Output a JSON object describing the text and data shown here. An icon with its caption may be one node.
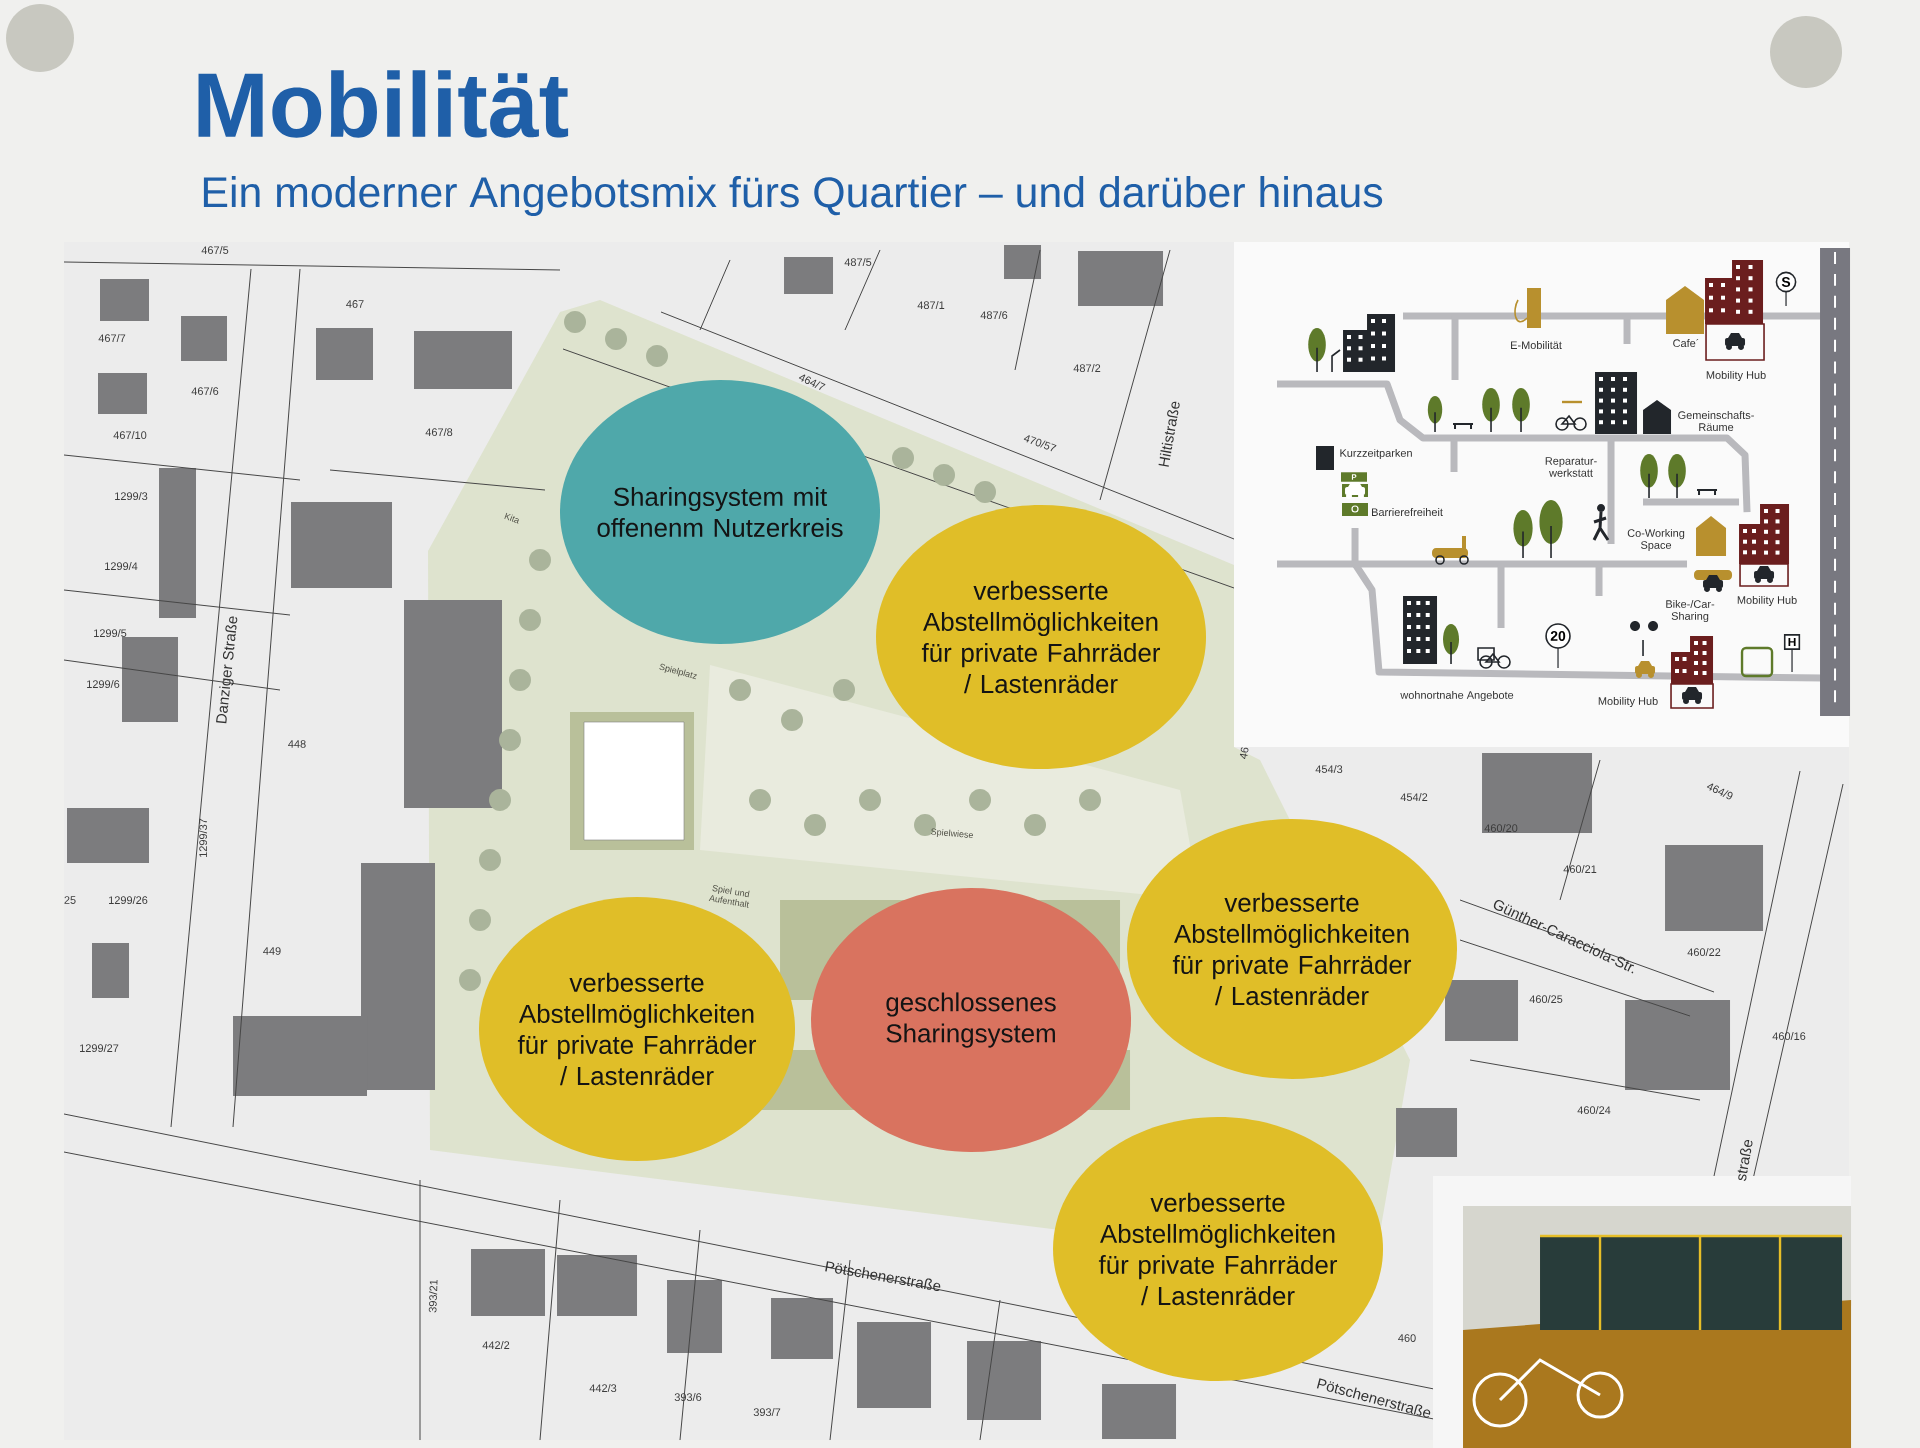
{
  "diagram": {
    "title": "Mobilität",
    "nodes": [
      {
        "text": [
          "Sharingsystem mit offenenm Nutzerkreis"
        ]
      },
      {
        "text": [
          "verbesserte Abstellmöglichkeiten für private Fahrräder / Lastenräder"
        ]
      },
      {
        "text": [
          "verbesserte Abstellmöglichkeiten für private Fahrräder / Lastenräder"
        ]
      },
      {
        "text": [
          "geschlossenes Sharingsystem"
        ]
      },
      {
        "text": [
          "verbesserte Abstellmöglichkeiten für private Fahrräder / Lastenräder"
        ]
      },
      {
        "text": [
          "verbesserte Abstellmöglichkeiten für private Fahrräder / Lastenräder"
        ]
      },
      {
        "text": [],
        "shape": "picture"
      }
    ],
    "labels": [
      "Ein moderner Angebotsmix fürs Quartier – und darüber hinaus",
      "S",
      "E-Mobilität",
      "Cafe´",
      "Mobility Hub",
      "Gemeinschafts-Räume",
      "Kurzzeitparken",
      "Reparatur-werkstatt",
      "P",
      "Barrierefreiheit",
      "Co-Working Space",
      "Mobility Hub",
      "Bike-/Car-Sharing",
      "20",
      "H",
      "wohnortnahe Angebote",
      "Mobility Hub",
      "467/5",
      "467",
      "487/5",
      "487/1",
      "487/6",
      "467/7",
      "487/2",
      "464/7",
      "467/6",
      "467/10",
      "467/8",
      "470/57",
      "Hiltistraße",
      "1299/3",
      "Kita",
      "1299/4",
      "1299/5",
      "Spielplatz",
      "Danziger Straße",
      "1299/6",
      "448",
      "46",
      "454/3",
      "464/9",
      "454/2",
      "460/20",
      "Spielwiese",
      "1299/37",
      "460/21",
      "25",
      "1299/26",
      "Spiel und Aufenthalt",
      "Günther-Caracciola-Str.",
      "449",
      "460/22",
      "460/25",
      "460/16",
      "1299/27",
      "460/24",
      "straße",
      "Pötschenerstraße",
      "393/21",
      "460",
      "442/2",
      "442/3",
      "Pötschenerstraße",
      "393/6",
      "393/7"
    ]
  }
}
